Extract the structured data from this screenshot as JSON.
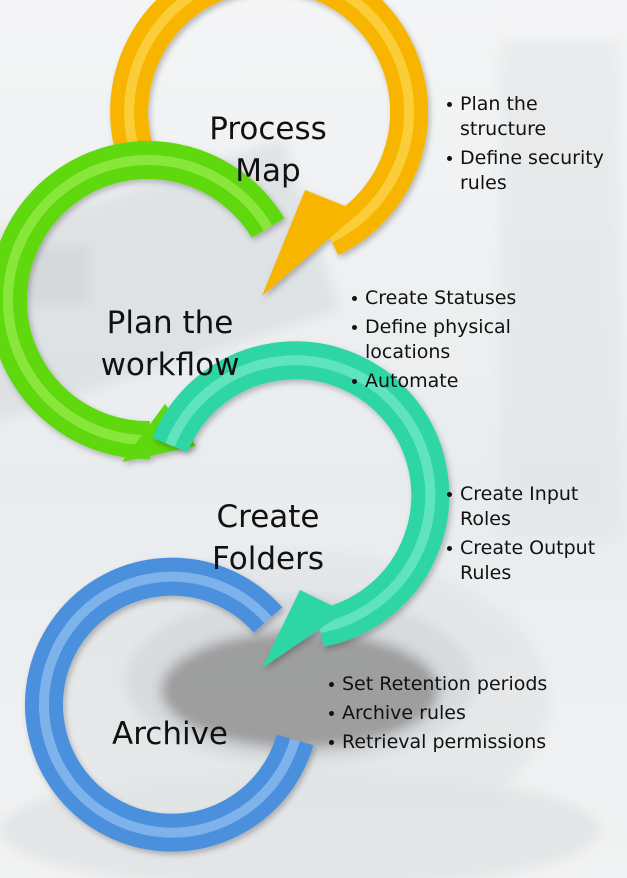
{
  "stages": [
    {
      "title": "Process\nMap",
      "color": "#f7b500",
      "bullets": [
        "Plan the structure",
        "Define security rules"
      ]
    },
    {
      "title": "Plan the\nworkflow",
      "color": "#5fd80e",
      "bullets": [
        "Create Statuses",
        "Define physical locations",
        "Automate"
      ]
    },
    {
      "title": "Create\nFolders",
      "color": "#2fd6a6",
      "bullets": [
        "Create Input Roles",
        "Create Output Rules"
      ]
    },
    {
      "title": "Archive",
      "color": "#4b90dc",
      "bullets": [
        "Set Retention periods",
        "Archive rules",
        "Retrieval permissions"
      ]
    }
  ]
}
